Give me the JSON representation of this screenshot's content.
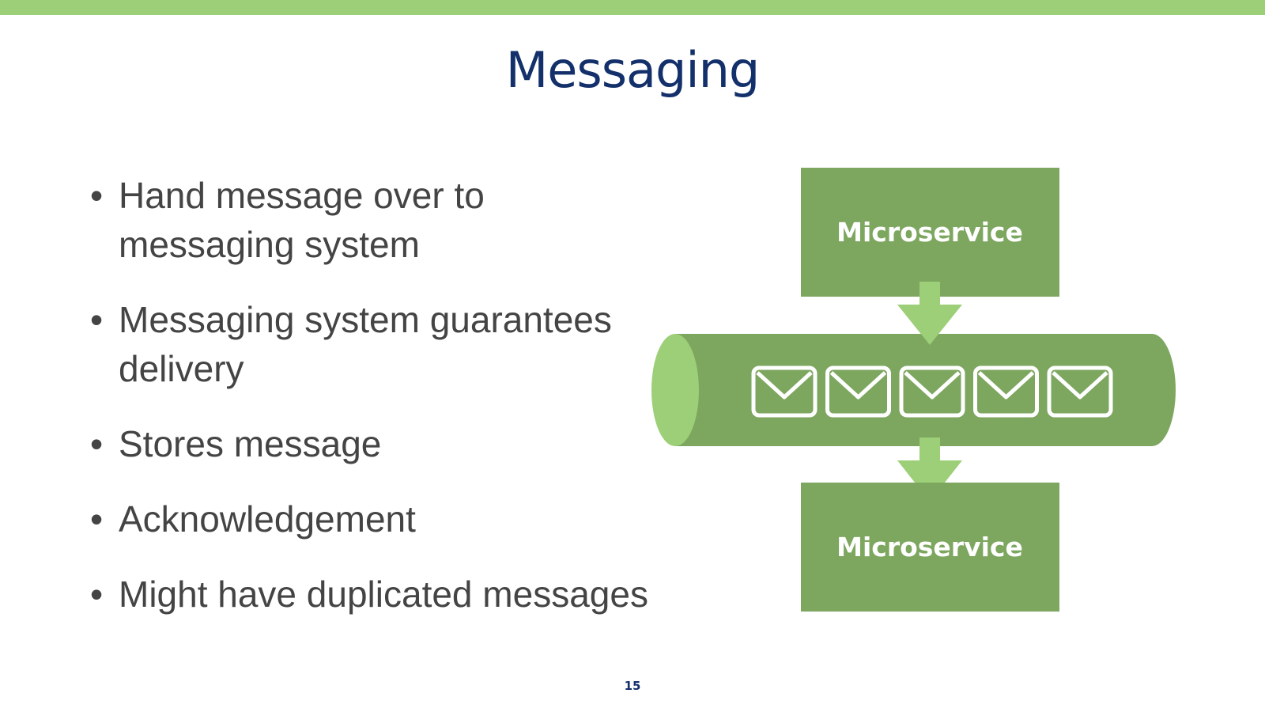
{
  "slide": {
    "title": "Messaging",
    "bullets": [
      "Hand message over to messaging system",
      "Messaging system guarantees delivery",
      "Stores message",
      "Acknowledgement",
      "Might have duplicated messages"
    ],
    "page_number": "15"
  },
  "diagram": {
    "top_service_label": "Microservice",
    "bottom_service_label": "Microservice",
    "message_count": 5
  },
  "colors": {
    "accent_light": "#9ccf77",
    "accent_dark": "#7da65f",
    "title": "#13306b",
    "body_text": "#444444"
  },
  "icons": [
    "envelope-icon",
    "arrow-down-icon",
    "queue-pipe"
  ]
}
